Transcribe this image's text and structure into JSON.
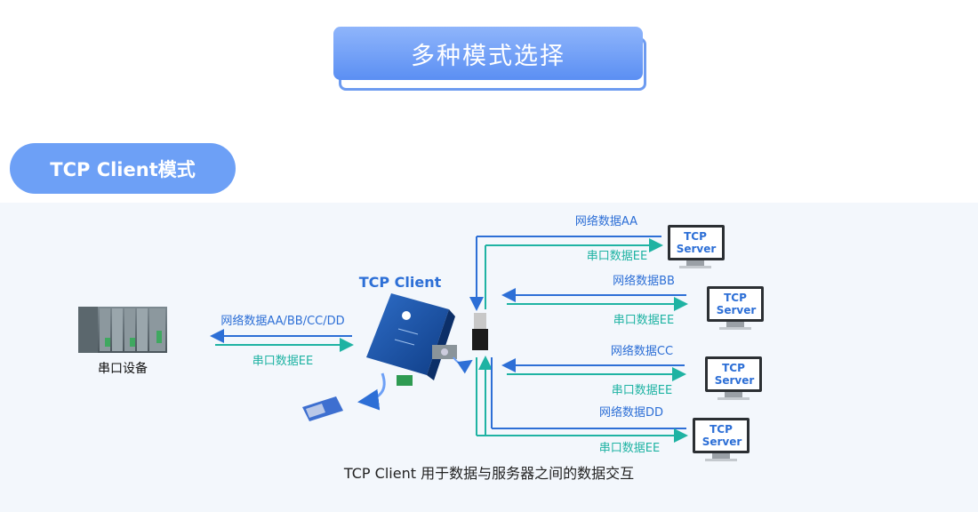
{
  "header": {
    "title": "多种模式选择"
  },
  "mode": {
    "label": "TCP Client模式"
  },
  "diagram": {
    "device_label": "串口设备",
    "gateway_label": "TCP Client",
    "left_net": "网络数据AA/BB/CC/DD",
    "left_serial": "串口数据EE",
    "servers": [
      {
        "line1": "TCP",
        "line2": "Server",
        "net": "网络数据AA",
        "serial": "串口数据EE"
      },
      {
        "line1": "TCP",
        "line2": "Server",
        "net": "网络数据BB",
        "serial": "串口数据EE"
      },
      {
        "line1": "TCP",
        "line2": "Server",
        "net": "网络数据CC",
        "serial": "串口数据EE"
      },
      {
        "line1": "TCP",
        "line2": "Server",
        "net": "网络数据DD",
        "serial": "串口数据EE"
      }
    ],
    "caption": "TCP Client 用于数据与服务器之间的数据交互"
  },
  "colors": {
    "blue_arrow": "#2d6fd6",
    "teal_arrow": "#1fb3a3",
    "accent": "#6da0f6"
  }
}
